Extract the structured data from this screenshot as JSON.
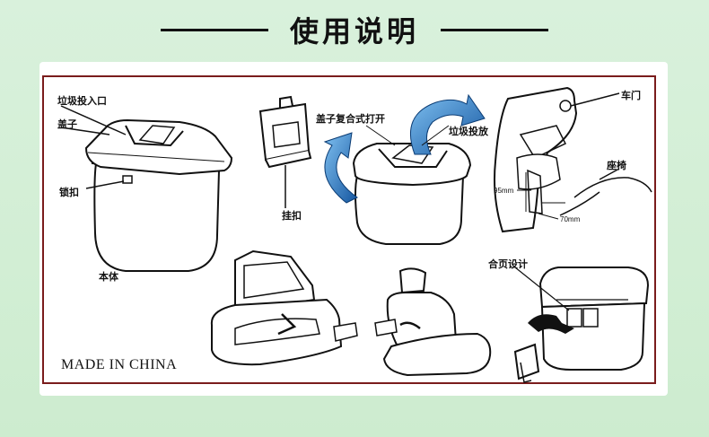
{
  "header": {
    "title": "使用说明"
  },
  "labels": {
    "opening": "垃圾投入口",
    "lid": "盖子",
    "latch": "锁扣",
    "body": "本体",
    "lid_open": "盖子复合式打开",
    "hook": "挂扣",
    "disposal": "垃圾投放",
    "car_door": "车门",
    "seat": "座椅",
    "hinge": "合页设计"
  },
  "dimensions": {
    "height": "95mm",
    "width": "70mm"
  },
  "footer": {
    "made_in": "MADE IN CHINA"
  },
  "colors": {
    "frame": "#7a1c1c",
    "arrow": "#1f6fb8",
    "background": "#d4efd6"
  }
}
